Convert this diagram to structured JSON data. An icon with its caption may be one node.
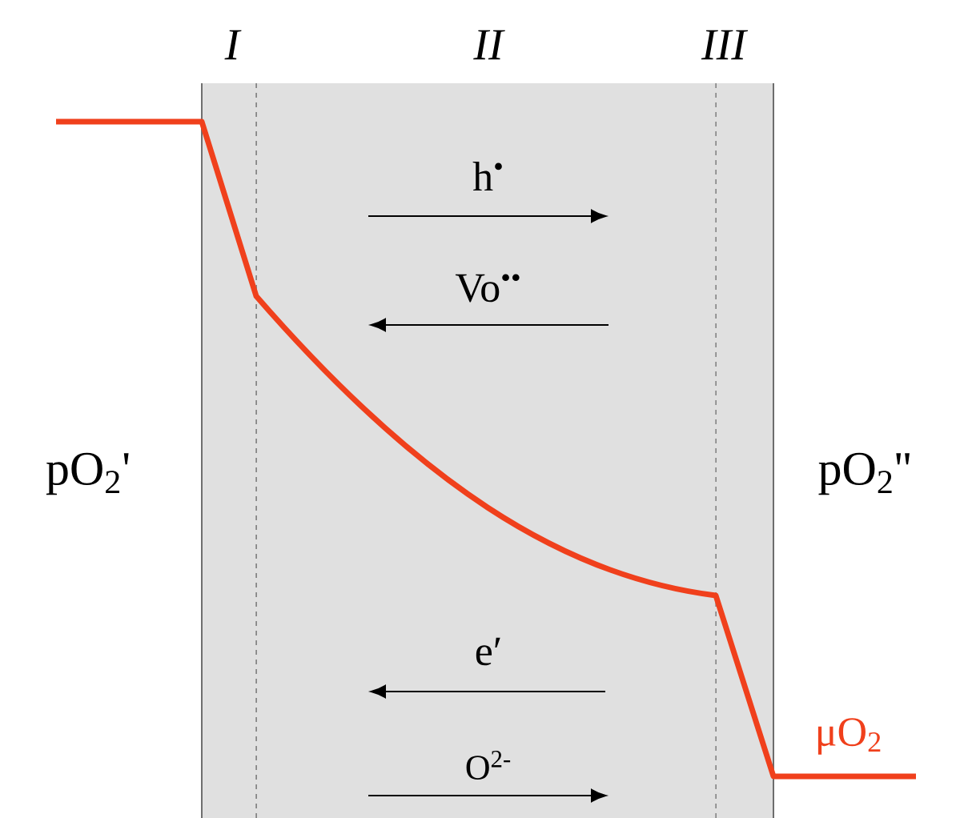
{
  "diagram": {
    "labels": [
      "I",
      "II",
      "III",
      "pO$_{2}$'",
      "h$^{•}$",
      "Vo$^{••}$",
      "pO$_{2}$''",
      "e′",
      "μO$_{2}$",
      "O$^{2-}$"
    ]
  }
}
